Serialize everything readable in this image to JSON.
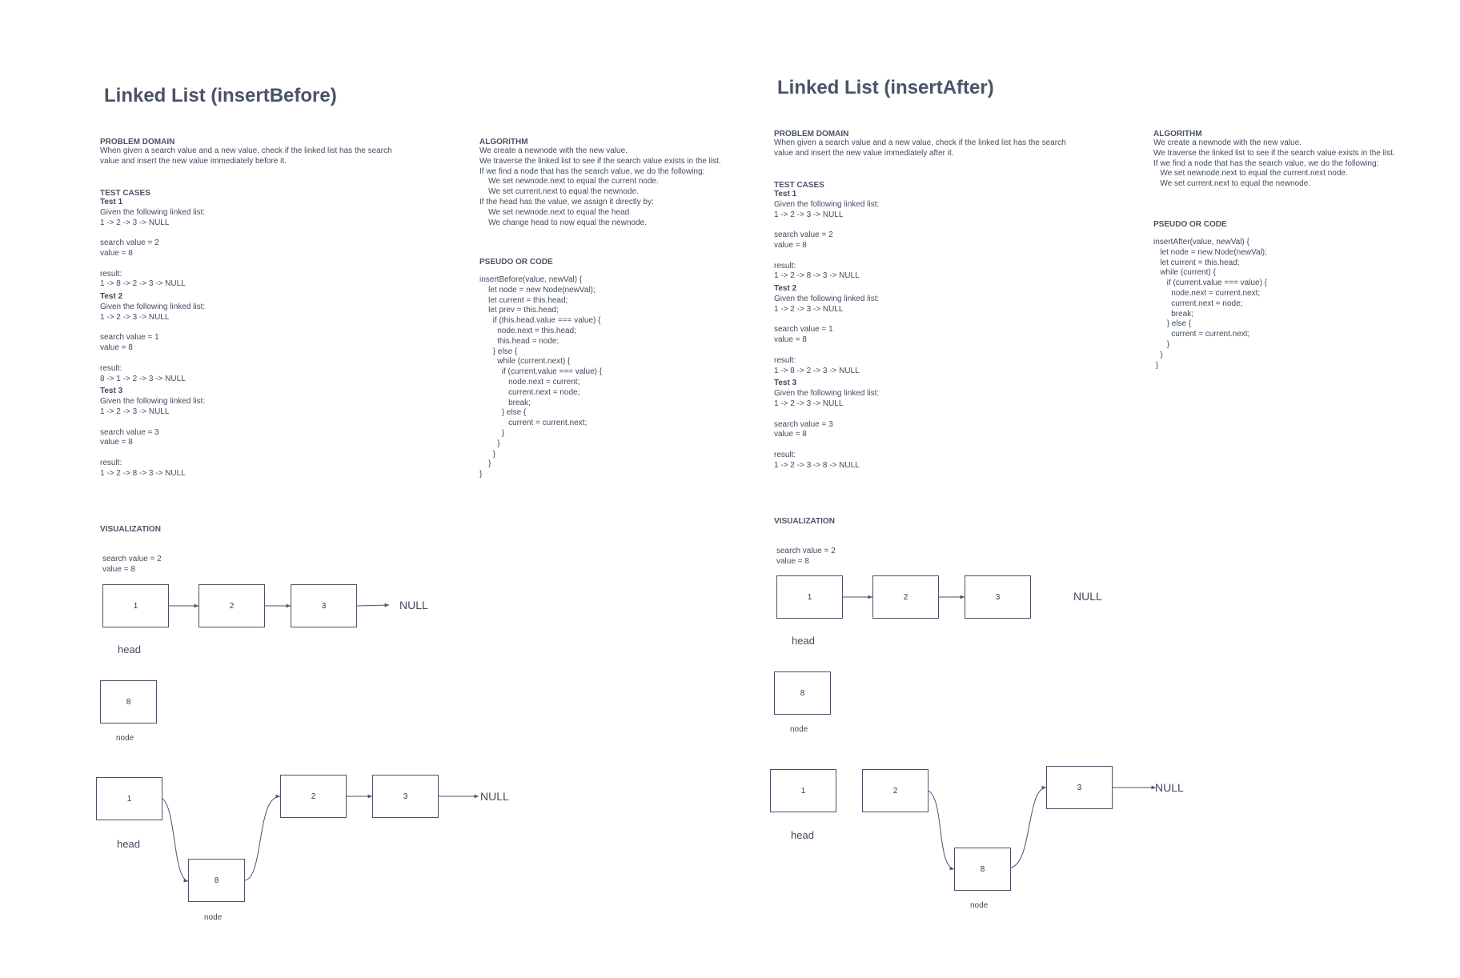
{
  "left": {
    "title": "Linked List (insertBefore)",
    "problem": {
      "heading": "PROBLEM DOMAIN",
      "text": "When given a search value and a new value, check if the linked list has the search\nvalue and insert the new value immediately before it."
    },
    "tests": {
      "heading": "TEST CASES",
      "items": [
        {
          "name": "Test 1",
          "given": "Given the following linked list:\n1 -> 2 -> 3 -> NULL",
          "input": "search value = 2\nvalue = 8",
          "result": "result:\n1 -> 8 -> 2 -> 3 -> NULL"
        },
        {
          "name": "Test 2",
          "given": "Given the following linked list:\n1 -> 2 -> 3 -> NULL",
          "input": "search value = 1\nvalue = 8",
          "result": "result:\n8 -> 1 -> 2 -> 3 -> NULL"
        },
        {
          "name": "Test 3",
          "given": "Given the following linked list:\n1 -> 2 -> 3 -> NULL",
          "input": "search value = 3\nvalue = 8",
          "result": "result:\n1 -> 2 -> 8 -> 3 -> NULL"
        }
      ]
    },
    "algorithm": {
      "heading": "ALGORITHM",
      "text": "We create a newnode with the new value.\nWe traverse the linked list to see if the search value exists in the list.\nIf we find a node that has the search value, we do the following:\n    We set newnode.next to equal the current node.\n    We set current.next to equal the newnode.\nIf the head has the value, we assign it directly by:\n    We set newnode.next to equal the head\n    We change head to now equal the newnode."
    },
    "pseudo": {
      "heading": "PSEUDO OR CODE",
      "code": "insertBefore(value, newVal) {\n    let node = new Node(newVal);\n    let current = this.head;\n    let prev = this.head;\n      if (this.head.value === value) {\n        node.next = this.head;\n        this.head = node;\n      } else {\n        while (current.next) {\n          if (current.value === value) {\n             node.next = current;\n             current.next = node;\n             break;\n          } else {\n             current = current.next;\n          }\n        }\n      }\n    }\n}"
    },
    "visualization": {
      "heading": "VISUALIZATION",
      "params": "search value = 2\nvalue = 8",
      "before": {
        "nodes": [
          "1",
          "2",
          "3"
        ],
        "null_label": "NULL",
        "head_label": "head"
      },
      "newnode": {
        "value": "8",
        "label": "node"
      },
      "after": {
        "nodes": [
          "1",
          "2",
          "3"
        ],
        "inserted": "8",
        "null_label": "NULL",
        "head_label": "head",
        "node_label": "node"
      }
    }
  },
  "right": {
    "title": "Linked List (insertAfter)",
    "problem": {
      "heading": "PROBLEM DOMAIN",
      "text": "When given a search value and a new value, check if the linked list has the search\nvalue and insert the new value immediately after it."
    },
    "tests": {
      "heading": "TEST CASES",
      "items": [
        {
          "name": "Test 1",
          "given": "Given the following linked list:\n1 -> 2 -> 3 -> NULL",
          "input": "search value = 2\nvalue = 8",
          "result": "result:\n1 -> 2 -> 8 -> 3 -> NULL"
        },
        {
          "name": "Test 2",
          "given": "Given the following linked list:\n1 -> 2 -> 3 -> NULL",
          "input": "search value = 1\nvalue = 8",
          "result": "result:\n1 -> 8 -> 2 -> 3 -> NULL"
        },
        {
          "name": "Test 3",
          "given": "Given the following linked list:\n1 -> 2 -> 3 -> NULL",
          "input": "search value = 3\nvalue = 8",
          "result": "result:\n1 -> 2 -> 3 -> 8 -> NULL"
        }
      ]
    },
    "algorithm": {
      "heading": "ALGORITHM",
      "text": "We create a newnode with the new value.\nWe traverse the linked list to see if the search value exists in the list.\nIf we find a node that has the search value, we do the following:\n   We set newnode.next to equal the current.next node.\n   We set current.next to equal the newnode."
    },
    "pseudo": {
      "heading": "PSEUDO OR CODE",
      "code": "insertAfter(value, newVal) {\n   let node = new Node(newVal);\n   let current = this.head;\n   while (current) {\n      if (current.value === value) {\n        node.next = current.next;\n        current.next = node;\n        break;\n      } else {\n        current = current.next;\n      }\n   }\n }"
    },
    "visualization": {
      "heading": "VISUALIZATION",
      "params": "search value = 2\nvalue = 8",
      "before": {
        "nodes": [
          "1",
          "2",
          "3"
        ],
        "null_label": "NULL",
        "head_label": "head"
      },
      "newnode": {
        "value": "8",
        "label": "node"
      },
      "after": {
        "nodes": [
          "1",
          "2",
          "3"
        ],
        "inserted": "8",
        "null_label": "NULL",
        "head_label": "head",
        "node_label": "node"
      }
    }
  }
}
